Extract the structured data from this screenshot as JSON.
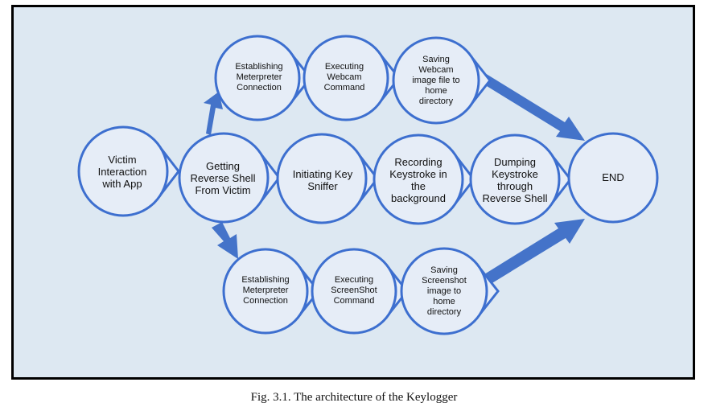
{
  "colors": {
    "node_fill": "#e6edf7",
    "node_stroke": "#3d6fcf",
    "arrow": "#4473c9",
    "background": "#dde8f2"
  },
  "nodes": {
    "victim": "Victim\nInteraction\nwith App",
    "reverse_shell": "Getting\nReverse Shell\nFrom Victim",
    "meterpreter_top": "Establishing\nMeterpreter\nConnection",
    "webcam_cmd": "Executing\nWebcam\nCommand",
    "save_webcam": "Saving\nWebcam\nimage file to\nhome\ndirectory",
    "key_sniffer": "Initiating Key\nSniffer",
    "recording": "Recording\nKeystroke in\nthe\nbackground",
    "dumping": "Dumping\nKeystroke\nthrough\nReverse Shell",
    "end": "END",
    "meterpreter_bottom": "Establishing\nMeterpreter\nConnection",
    "screenshot_cmd": "Executing\nScreenShot\nCommand",
    "save_screenshot": "Saving\nScreenshot\nimage to\nhome\ndirectory"
  },
  "caption": "Fig. 3.1. The architecture of the Keylogger"
}
